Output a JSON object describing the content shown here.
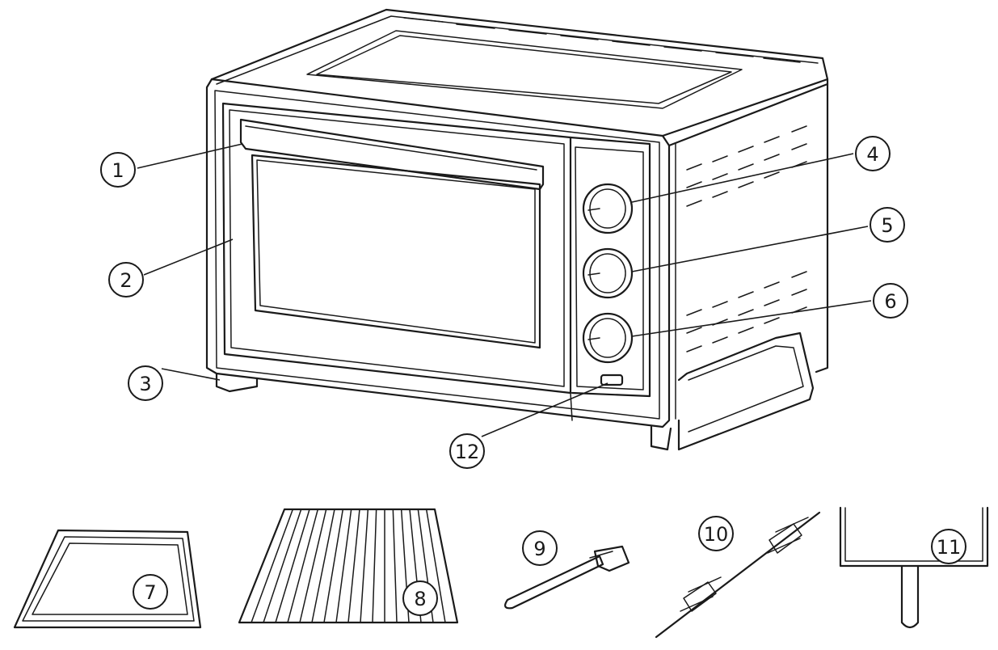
{
  "callouts": [
    {
      "id": 1,
      "label": "1"
    },
    {
      "id": 2,
      "label": "2"
    },
    {
      "id": 3,
      "label": "3"
    },
    {
      "id": 4,
      "label": "4"
    },
    {
      "id": 5,
      "label": "5"
    },
    {
      "id": 6,
      "label": "6"
    },
    {
      "id": 7,
      "label": "7"
    },
    {
      "id": 8,
      "label": "8"
    },
    {
      "id": 9,
      "label": "9"
    },
    {
      "id": 10,
      "label": "10"
    },
    {
      "id": 11,
      "label": "11"
    },
    {
      "id": 12,
      "label": "12"
    }
  ],
  "colors": {
    "line": "#1a1a1a",
    "background": "#ffffff"
  }
}
